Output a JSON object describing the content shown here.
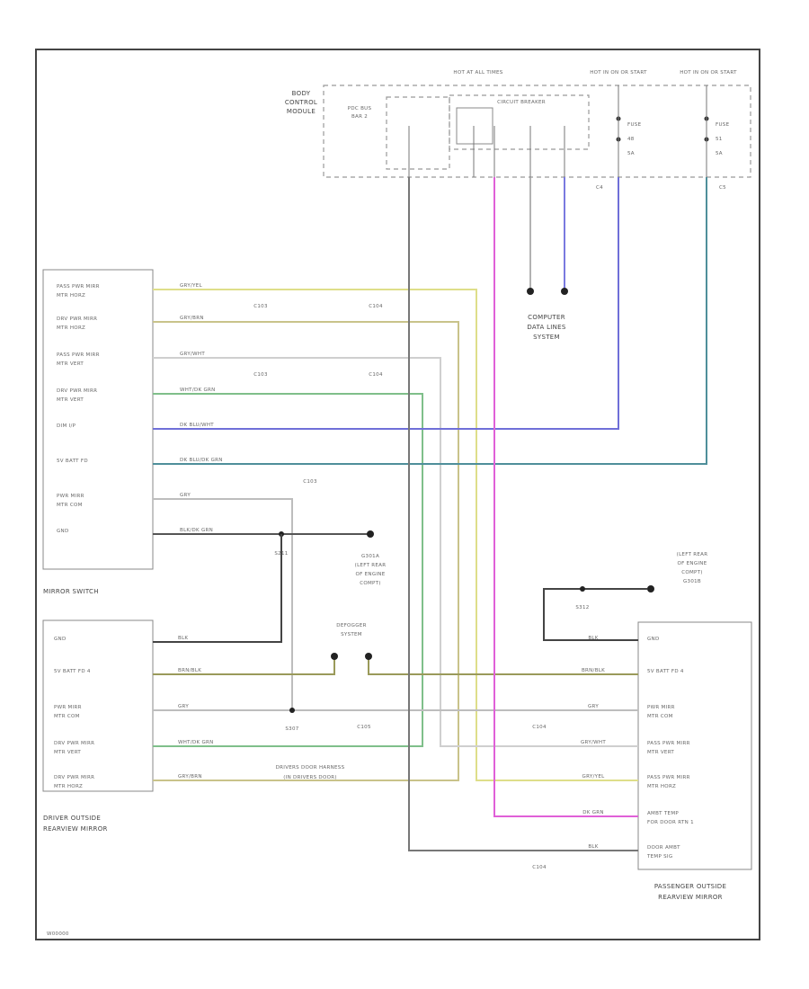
{
  "hot_sources": {
    "hot_at_all_times": "HOT AT ALL TIMES",
    "hot_in_on_run_1": "HOT IN ON OR START",
    "hot_in_on_run_2": "HOT IN ON OR START"
  },
  "bcm": {
    "title_line1": "BODY",
    "title_line2": "CONTROL",
    "title_line3": "MODULE",
    "bus_line1": "PDC BUS",
    "bus_line2": "BAR 2",
    "circuit_breaker": "CIRCUIT BREAKER",
    "fuse_1_line1": "FUSE",
    "fuse_1_line2": "48",
    "fuse_1_line3": "5A",
    "fuse_2_line1": "FUSE",
    "fuse_2_line2": "51",
    "fuse_2_line3": "5A",
    "connector_c4": "C4",
    "connector_c5": "C5"
  },
  "computer_data_lines": {
    "line1": "COMPUTER",
    "line2": "DATA LINES",
    "line3": "SYSTEM"
  },
  "mirror_switch": {
    "caption": "MIRROR SWITCH",
    "pins": [
      {
        "line1": "PASS PWR MIRR",
        "line2": "MTR HORZ"
      },
      {
        "line1": "DRV PWR MIRR",
        "line2": "MTR HORZ"
      },
      {
        "line1": "PASS PWR MIRR",
        "line2": "MTR VERT"
      },
      {
        "line1": "DRV PWR MIRR",
        "line2": "MTR VERT"
      },
      {
        "line1": "DIM I/P",
        "line2": ""
      },
      {
        "line1": "5V BATT FD",
        "line2": ""
      },
      {
        "line1": "PWR MIRR",
        "line2": "MTR COM"
      },
      {
        "line1": "GND",
        "line2": ""
      }
    ],
    "wires": [
      "GRY/YEL",
      "GRY/BRN",
      "GRY/WHT",
      "WHT/DK GRN",
      "DK BLU/WHT",
      "DK BLU/DK GRN",
      "GRY",
      "BLK/DK GRN"
    ]
  },
  "connectors": {
    "c103": "C103",
    "c104": "C104",
    "c105": "C105",
    "s211": "S211",
    "s312": "S312",
    "s307": "S307",
    "g301a": "G301A",
    "g301b": "G301B"
  },
  "ground_left": {
    "line1": "G301A",
    "line2": "(LEFT REAR",
    "line3": "OF ENGINE",
    "line4": "COMPT)"
  },
  "ground_right": {
    "line1": "(LEFT REAR",
    "line2": "OF ENGINE",
    "line3": "COMPT)",
    "line4": "G301B"
  },
  "defogger": {
    "line1": "DEFOGGER",
    "line2": "SYSTEM"
  },
  "harness_note": {
    "line1": "DRIVERS DOOR HARNESS",
    "line2": "(IN DRIVERS DOOR)"
  },
  "driver_mirror": {
    "caption_line1": "DRIVER OUTSIDE",
    "caption_line2": "REARVIEW MIRROR",
    "pins": [
      {
        "line1": "GND",
        "line2": ""
      },
      {
        "line1": "5V BATT FD 4",
        "line2": ""
      },
      {
        "line1": "PWR MIRR",
        "line2": "MTR COM"
      },
      {
        "line1": "DRV PWR MIRR",
        "line2": "MTR VERT"
      },
      {
        "line1": "DRV PWR MIRR",
        "line2": "MTR HORZ"
      }
    ],
    "wires": [
      "BLK",
      "BRN/BLK",
      "GRY",
      "WHT/DK GRN",
      "GRY/BRN"
    ]
  },
  "passenger_mirror": {
    "caption_line1": "PASSENGER OUTSIDE",
    "caption_line2": "REARVIEW MIRROR",
    "pins": [
      {
        "line1": "GND",
        "line2": ""
      },
      {
        "line1": "5V BATT FD 4",
        "line2": ""
      },
      {
        "line1": "PWR MIRR",
        "line2": "MTR COM"
      },
      {
        "line1": "PASS PWR MIRR",
        "line2": "MTR VERT"
      },
      {
        "line1": "PASS PWR MIRR",
        "line2": "MTR HORZ"
      },
      {
        "line1": "AMBT TEMP",
        "line2": "FOR DOOR RTN 1"
      },
      {
        "line1": "DOOR AMBT",
        "line2": "TEMP SIG"
      }
    ],
    "wires": [
      "BLK",
      "BRN/BLK",
      "GRY",
      "GRY/WHT",
      "GRY/YEL",
      "DK GRN",
      "BLK"
    ]
  },
  "footer_id": "W00000"
}
